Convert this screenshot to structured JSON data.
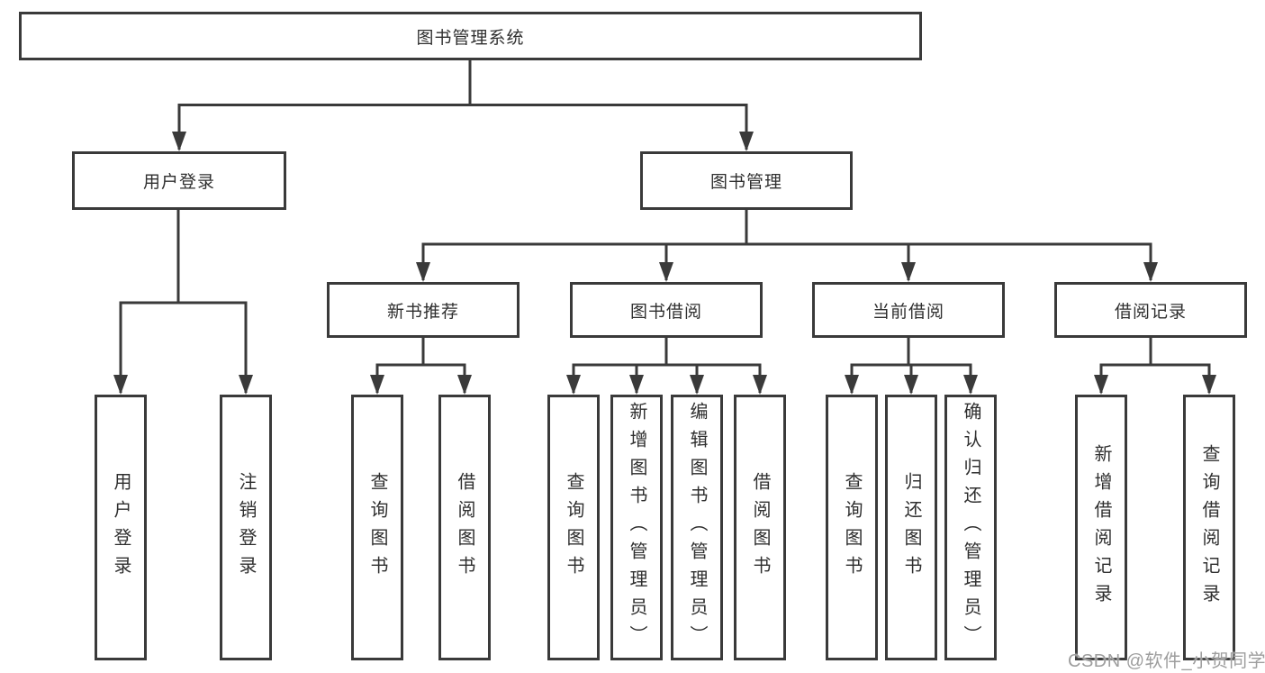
{
  "root": {
    "label": "图书管理系统"
  },
  "level2": [
    {
      "label": "用户登录"
    },
    {
      "label": "图书管理"
    }
  ],
  "level3": [
    {
      "label": "新书推荐"
    },
    {
      "label": "图书借阅"
    },
    {
      "label": "当前借阅"
    },
    {
      "label": "借阅记录"
    }
  ],
  "leaves": [
    {
      "label": "用户登录"
    },
    {
      "label": "注销登录"
    },
    {
      "label": "查询图书"
    },
    {
      "label": "借阅图书"
    },
    {
      "label": "查询图书"
    },
    {
      "label": "新增图书（管理员）"
    },
    {
      "label": "编辑图书（管理员）"
    },
    {
      "label": "借阅图书"
    },
    {
      "label": "查询图书"
    },
    {
      "label": "归还图书"
    },
    {
      "label": "确认归还（管理员）"
    },
    {
      "label": "新增借阅记录"
    },
    {
      "label": "查询借阅记录"
    }
  ],
  "watermark": "CSDN @软件_小贺同学",
  "colors": {
    "line": "#3a3a3a",
    "text": "#2f2f2f",
    "watermark_gray": "#9e9e9e",
    "background": "#ffffff"
  }
}
